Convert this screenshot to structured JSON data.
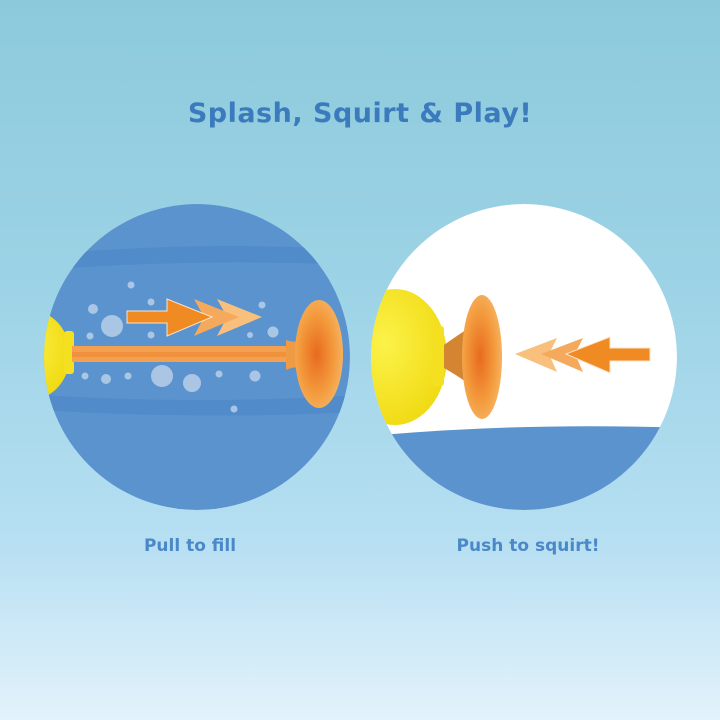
{
  "title": "Splash, Squirt & Play!",
  "panels": [
    {
      "caption": "Pull to fill"
    },
    {
      "caption": "Push to squirt!"
    }
  ],
  "colors": {
    "water": "#5b93cf",
    "plunger": "#f0962e",
    "body": "#f6e21a",
    "text": "#3b7bbd"
  }
}
